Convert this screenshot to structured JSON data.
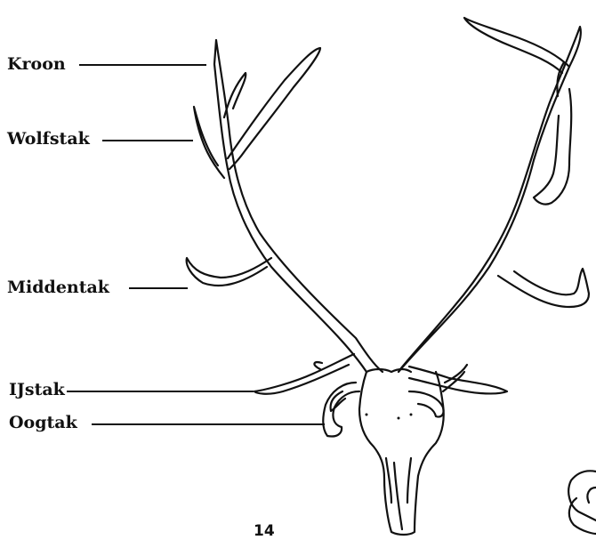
{
  "labels": {
    "kroon": "Kroon",
    "wolfstak": "Wolfstak",
    "middentak": "Middentak",
    "ijstak": "IJstak",
    "oogtak": "Oogtak"
  },
  "page_number": "14",
  "colors": {
    "ink": "#111111",
    "background": "#ffffff"
  }
}
